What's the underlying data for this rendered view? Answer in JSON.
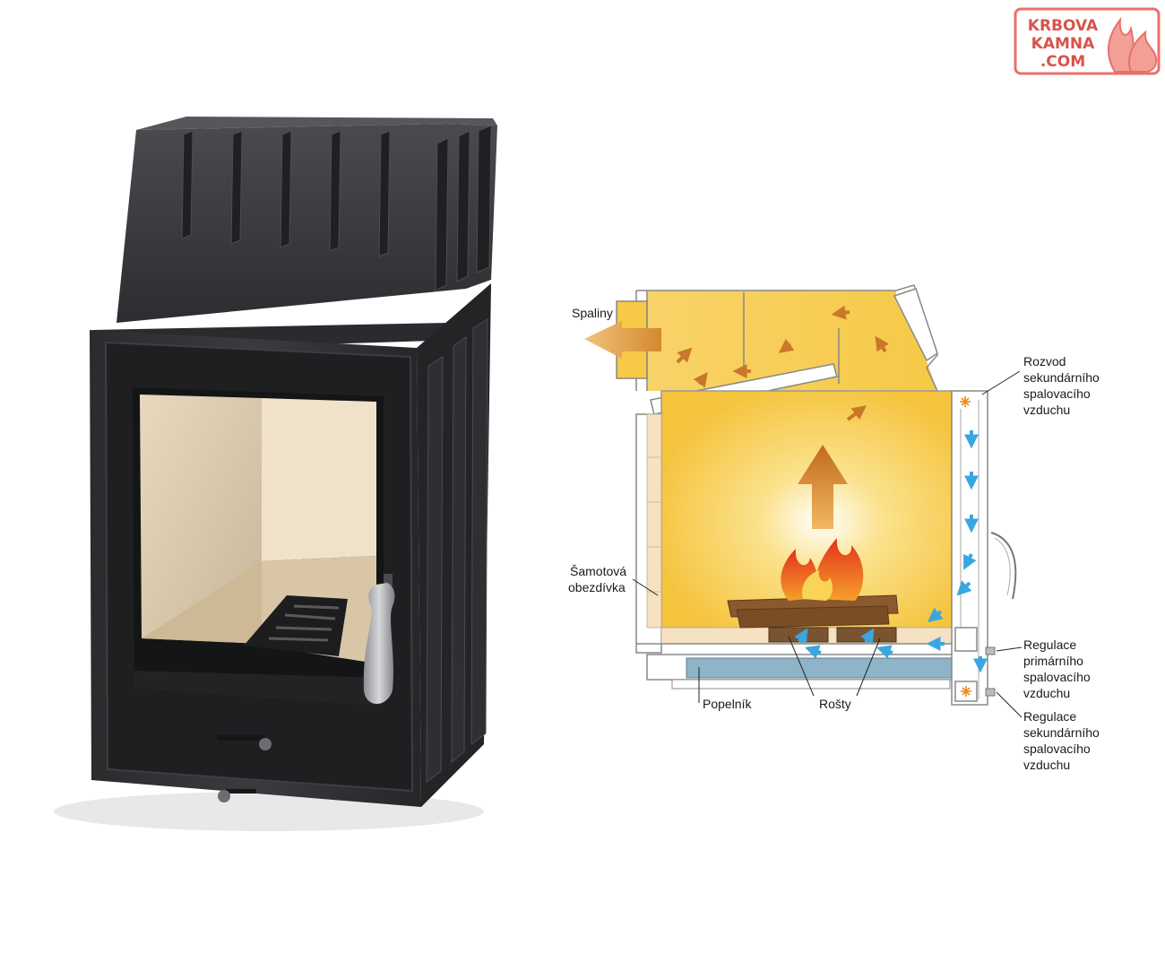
{
  "logo": {
    "line1": "KRBOVA",
    "line2": "KAMNA",
    "line3": ".COM",
    "icon": "flame-icon",
    "color": "#e8716a"
  },
  "diagram": {
    "labels": {
      "spaliny": "Spaliny",
      "samotova_1": "Šamotová",
      "samotova_2": "obezdívka",
      "popelnik": "Popelník",
      "rosty": "Rošty",
      "rozvod_1": "Rozvod",
      "rozvod_2": "sekundárního",
      "rozvod_3": "spalovacího",
      "rozvod_4": "vzduchu",
      "reg_prim_1": "Regulace",
      "reg_prim_2": "primárního",
      "reg_prim_3": "spalovacího",
      "reg_prim_4": "vzduchu",
      "reg_sek_1": "Regulace",
      "reg_sek_2": "sekundárního",
      "reg_sek_3": "spalovacího",
      "reg_sek_4": "vzduchu"
    },
    "colors": {
      "hot_air": "#c9782a",
      "cold_air": "#3aa6e0",
      "chamber": "#f7c948",
      "ash_pan": "#8fb3c7"
    }
  },
  "product": {
    "icon": "fireplace-insert-image"
  }
}
